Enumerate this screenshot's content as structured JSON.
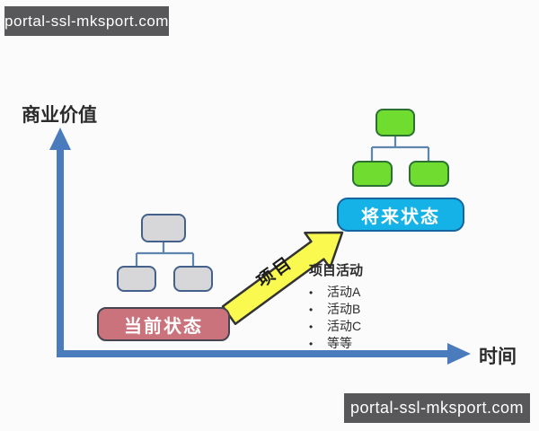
{
  "watermarks": {
    "top": "portal-ssl-mksport.com",
    "bottom": "portal-ssl-mksport.com"
  },
  "axes": {
    "y_label": "商业价值",
    "x_label": "时间"
  },
  "states": {
    "current": {
      "label": "当前状态"
    },
    "future": {
      "label": "将来状态"
    }
  },
  "project_arrow": {
    "label": "项目"
  },
  "activities": {
    "title": "项目活动",
    "bullet": "•",
    "items": [
      "活动A",
      "活动B",
      "活动C",
      "等等"
    ]
  },
  "colors": {
    "page-bg": "#fbfbfb",
    "banner-bg": "#58585a",
    "axis": "#4a7cbd",
    "connector": "#5d85ae",
    "gray-fill": "#d7d7da",
    "gray-border": "#44618c",
    "green-fill": "#70dc30",
    "green-border": "#2b7134",
    "current-fill": "#cb737c",
    "state-border": "#45454f",
    "future-fill": "#14b2e6",
    "future-border": "#1465a0",
    "arrow-fill": "#f9f94f",
    "arrow-border": "#333333"
  }
}
